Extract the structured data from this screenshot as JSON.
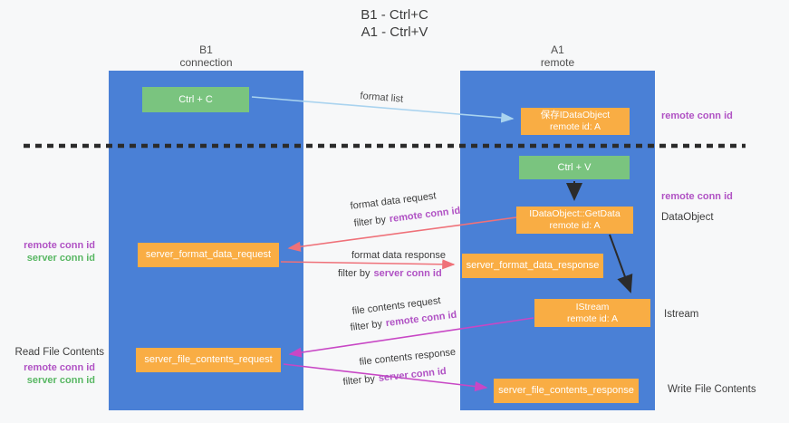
{
  "title": {
    "line1": "B1 - Ctrl+C",
    "line2": "A1 - Ctrl+V"
  },
  "columns": {
    "left": {
      "name": "B1",
      "sub": "connection"
    },
    "right": {
      "name": "A1",
      "sub": "remote"
    }
  },
  "nodes": {
    "ctrl_c": {
      "label": "Ctrl + C"
    },
    "save_dataobject": {
      "line1": "保存IDataObject",
      "line2": "remote id: A"
    },
    "ctrl_v": {
      "label": "Ctrl + V"
    },
    "getdata": {
      "line1": "IDataObject::GetData",
      "line2": "remote id: A"
    },
    "format_request": {
      "label": "server_format_data_request"
    },
    "format_response": {
      "label": "server_format_data_response"
    },
    "istream": {
      "line1": "IStream",
      "line2": "remote id: A"
    },
    "file_request": {
      "label": "server_file_contents_request"
    },
    "file_response": {
      "label": "server_file_contents_response"
    }
  },
  "arrow_labels": {
    "format_list": "format list",
    "format_data_request": "format data request",
    "format_data_response": "format data response",
    "file_contents_request": "file contents request",
    "file_contents_response": "file contents response",
    "filter_prefix": "filter by",
    "remote_conn_id": "remote conn id",
    "server_conn_id": "server conn id"
  },
  "side_labels": {
    "remote_conn_id": "remote conn id",
    "server_conn_id": "server conn id",
    "data_object": "DataObject",
    "istream": "Istream",
    "read_file_contents": "Read File Contents",
    "write_file_contents": "Write File Contents"
  },
  "colors": {
    "background": "#f7f8f9",
    "column_fill": "#4a80d6",
    "green_box": "#7ac47f",
    "orange_box": "#f9ad44",
    "box_text": "#ffffff",
    "text_dark": "#3c3c3c",
    "purple_label": "#b052c4",
    "green_label": "#58b763",
    "arrow_blue": "#a9d3ef",
    "arrow_red": "#ef7179",
    "arrow_magenta": "#c847c5",
    "arrow_black": "#2b2b2b"
  }
}
